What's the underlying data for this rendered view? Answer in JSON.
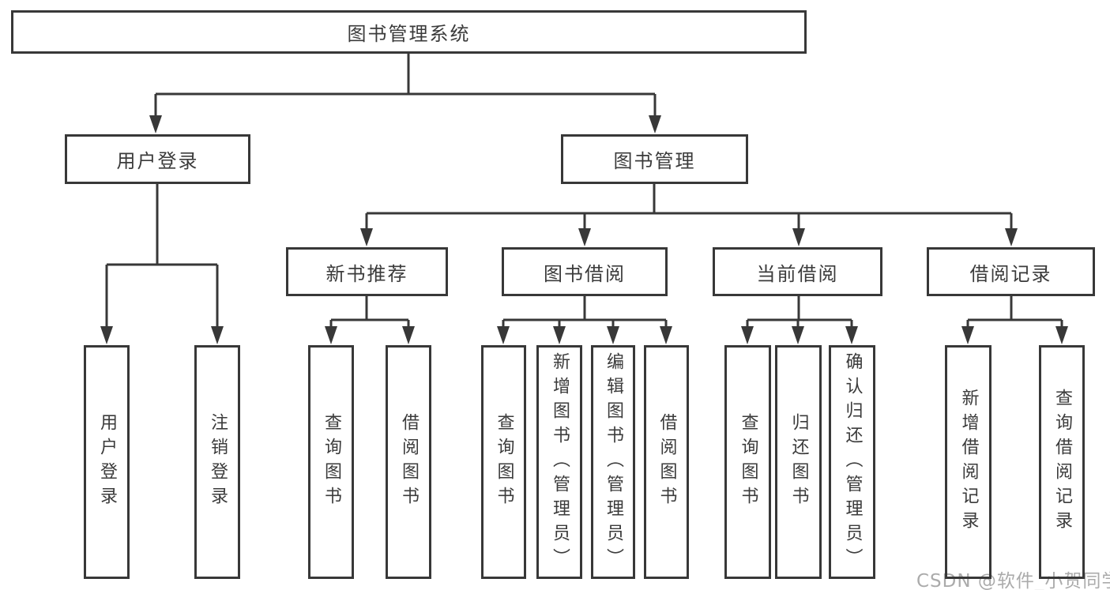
{
  "title": "图书管理系统",
  "watermark": "CSDN @软件_小贺同学",
  "colors": {
    "line": "#383838",
    "text": "#3b3b3b",
    "box_background": "#ffffff",
    "watermark": "#ababab"
  },
  "tree": {
    "label": "图书管理系统",
    "children": [
      {
        "label": "用户登录",
        "children": [
          {
            "label": "用户登录"
          },
          {
            "label": "注销登录"
          }
        ]
      },
      {
        "label": "图书管理",
        "children": [
          {
            "label": "新书推荐",
            "children": [
              {
                "label": "查询图书"
              },
              {
                "label": "借阅图书"
              }
            ]
          },
          {
            "label": "图书借阅",
            "children": [
              {
                "label": "查询图书"
              },
              {
                "label": "新增图书（管理员）"
              },
              {
                "label": "编辑图书（管理员）"
              },
              {
                "label": "借阅图书"
              }
            ]
          },
          {
            "label": "当前借阅",
            "children": [
              {
                "label": "查询图书"
              },
              {
                "label": "归还图书"
              },
              {
                "label": "确认归还（管理员）"
              }
            ]
          },
          {
            "label": "借阅记录",
            "children": [
              {
                "label": "新增借阅记录"
              },
              {
                "label": "查询借阅记录"
              }
            ]
          }
        ]
      }
    ]
  }
}
